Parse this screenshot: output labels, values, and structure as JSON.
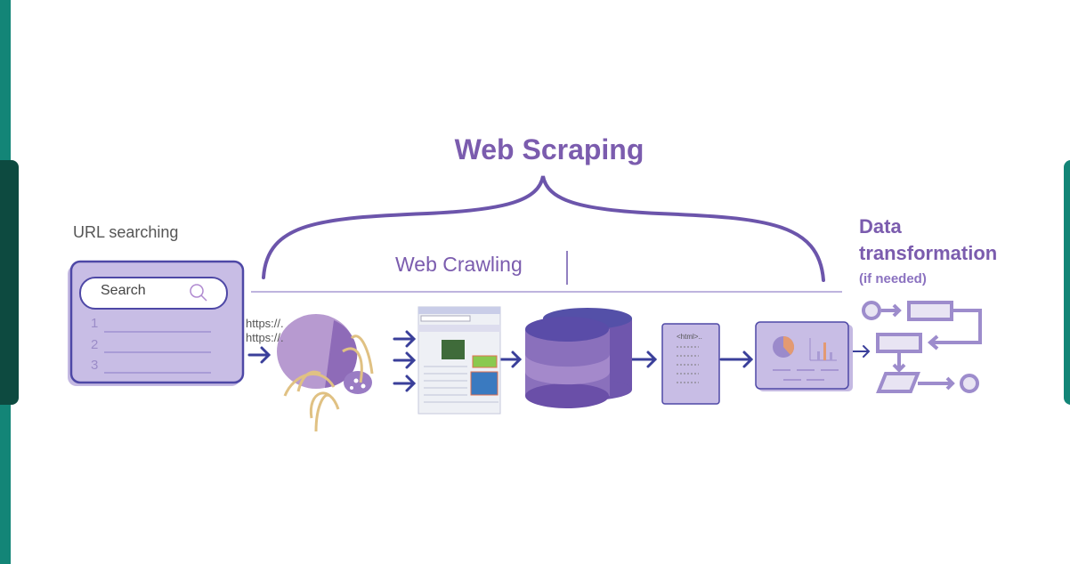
{
  "title": "Web Scraping",
  "crawling_label": "Web Crawling",
  "url_searching": {
    "label": "URL searching",
    "search_placeholder": "Search",
    "results": [
      "1",
      "2",
      "3"
    ]
  },
  "urls": [
    "https://.",
    "https://."
  ],
  "html_doc": {
    "tag": "<html>.."
  },
  "transformation": {
    "title_line1": "Data",
    "title_line2": "transformation",
    "note": "(if needed)"
  },
  "colors": {
    "accent": "#7b5cae",
    "arrow": "#3a3f9a",
    "panel": "#c4b9e2",
    "teal": "#138577",
    "dark_teal": "#0d4a40"
  }
}
